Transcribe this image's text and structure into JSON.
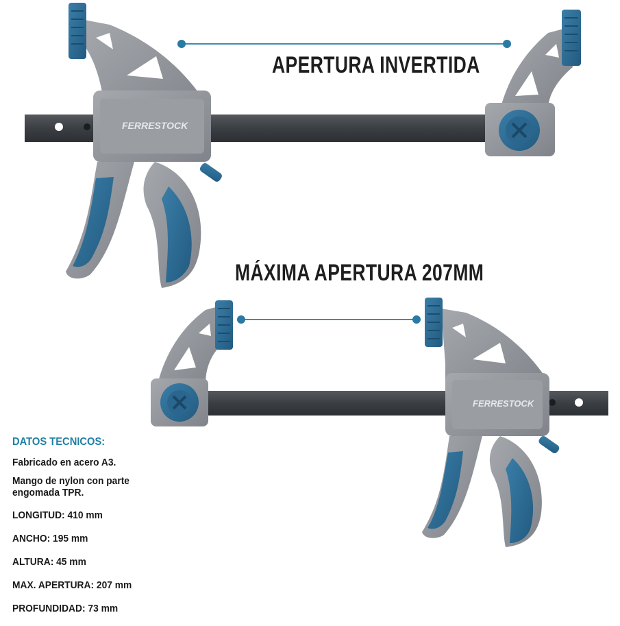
{
  "headings": {
    "inverted_opening": "APERTURA INVERTIDA",
    "max_opening": "MÁXIMA APERTURA 207MM"
  },
  "brand": {
    "name": "FERRESTOCK"
  },
  "specs": {
    "title": "DATOS TECNICOS:",
    "material": "Fabricado en acero A3.",
    "handle_line1": "Mango de nylon con parte",
    "handle_line2": "engomada TPR.",
    "length": "LONGITUD: 410 mm",
    "width": "ANCHO: 195 mm",
    "height": "ALTURA: 45 mm",
    "max_opening": "MAX. APERTURA: 207 mm",
    "depth": "PROFUNDIDAD: 73 mm"
  },
  "colors": {
    "accent_blue": "#2f6f98",
    "spec_title_blue": "#1f7fa6",
    "body_gray": "#8e9196",
    "bar_dark": "#3b3f44",
    "indicator_line": "#3b8cb4"
  }
}
